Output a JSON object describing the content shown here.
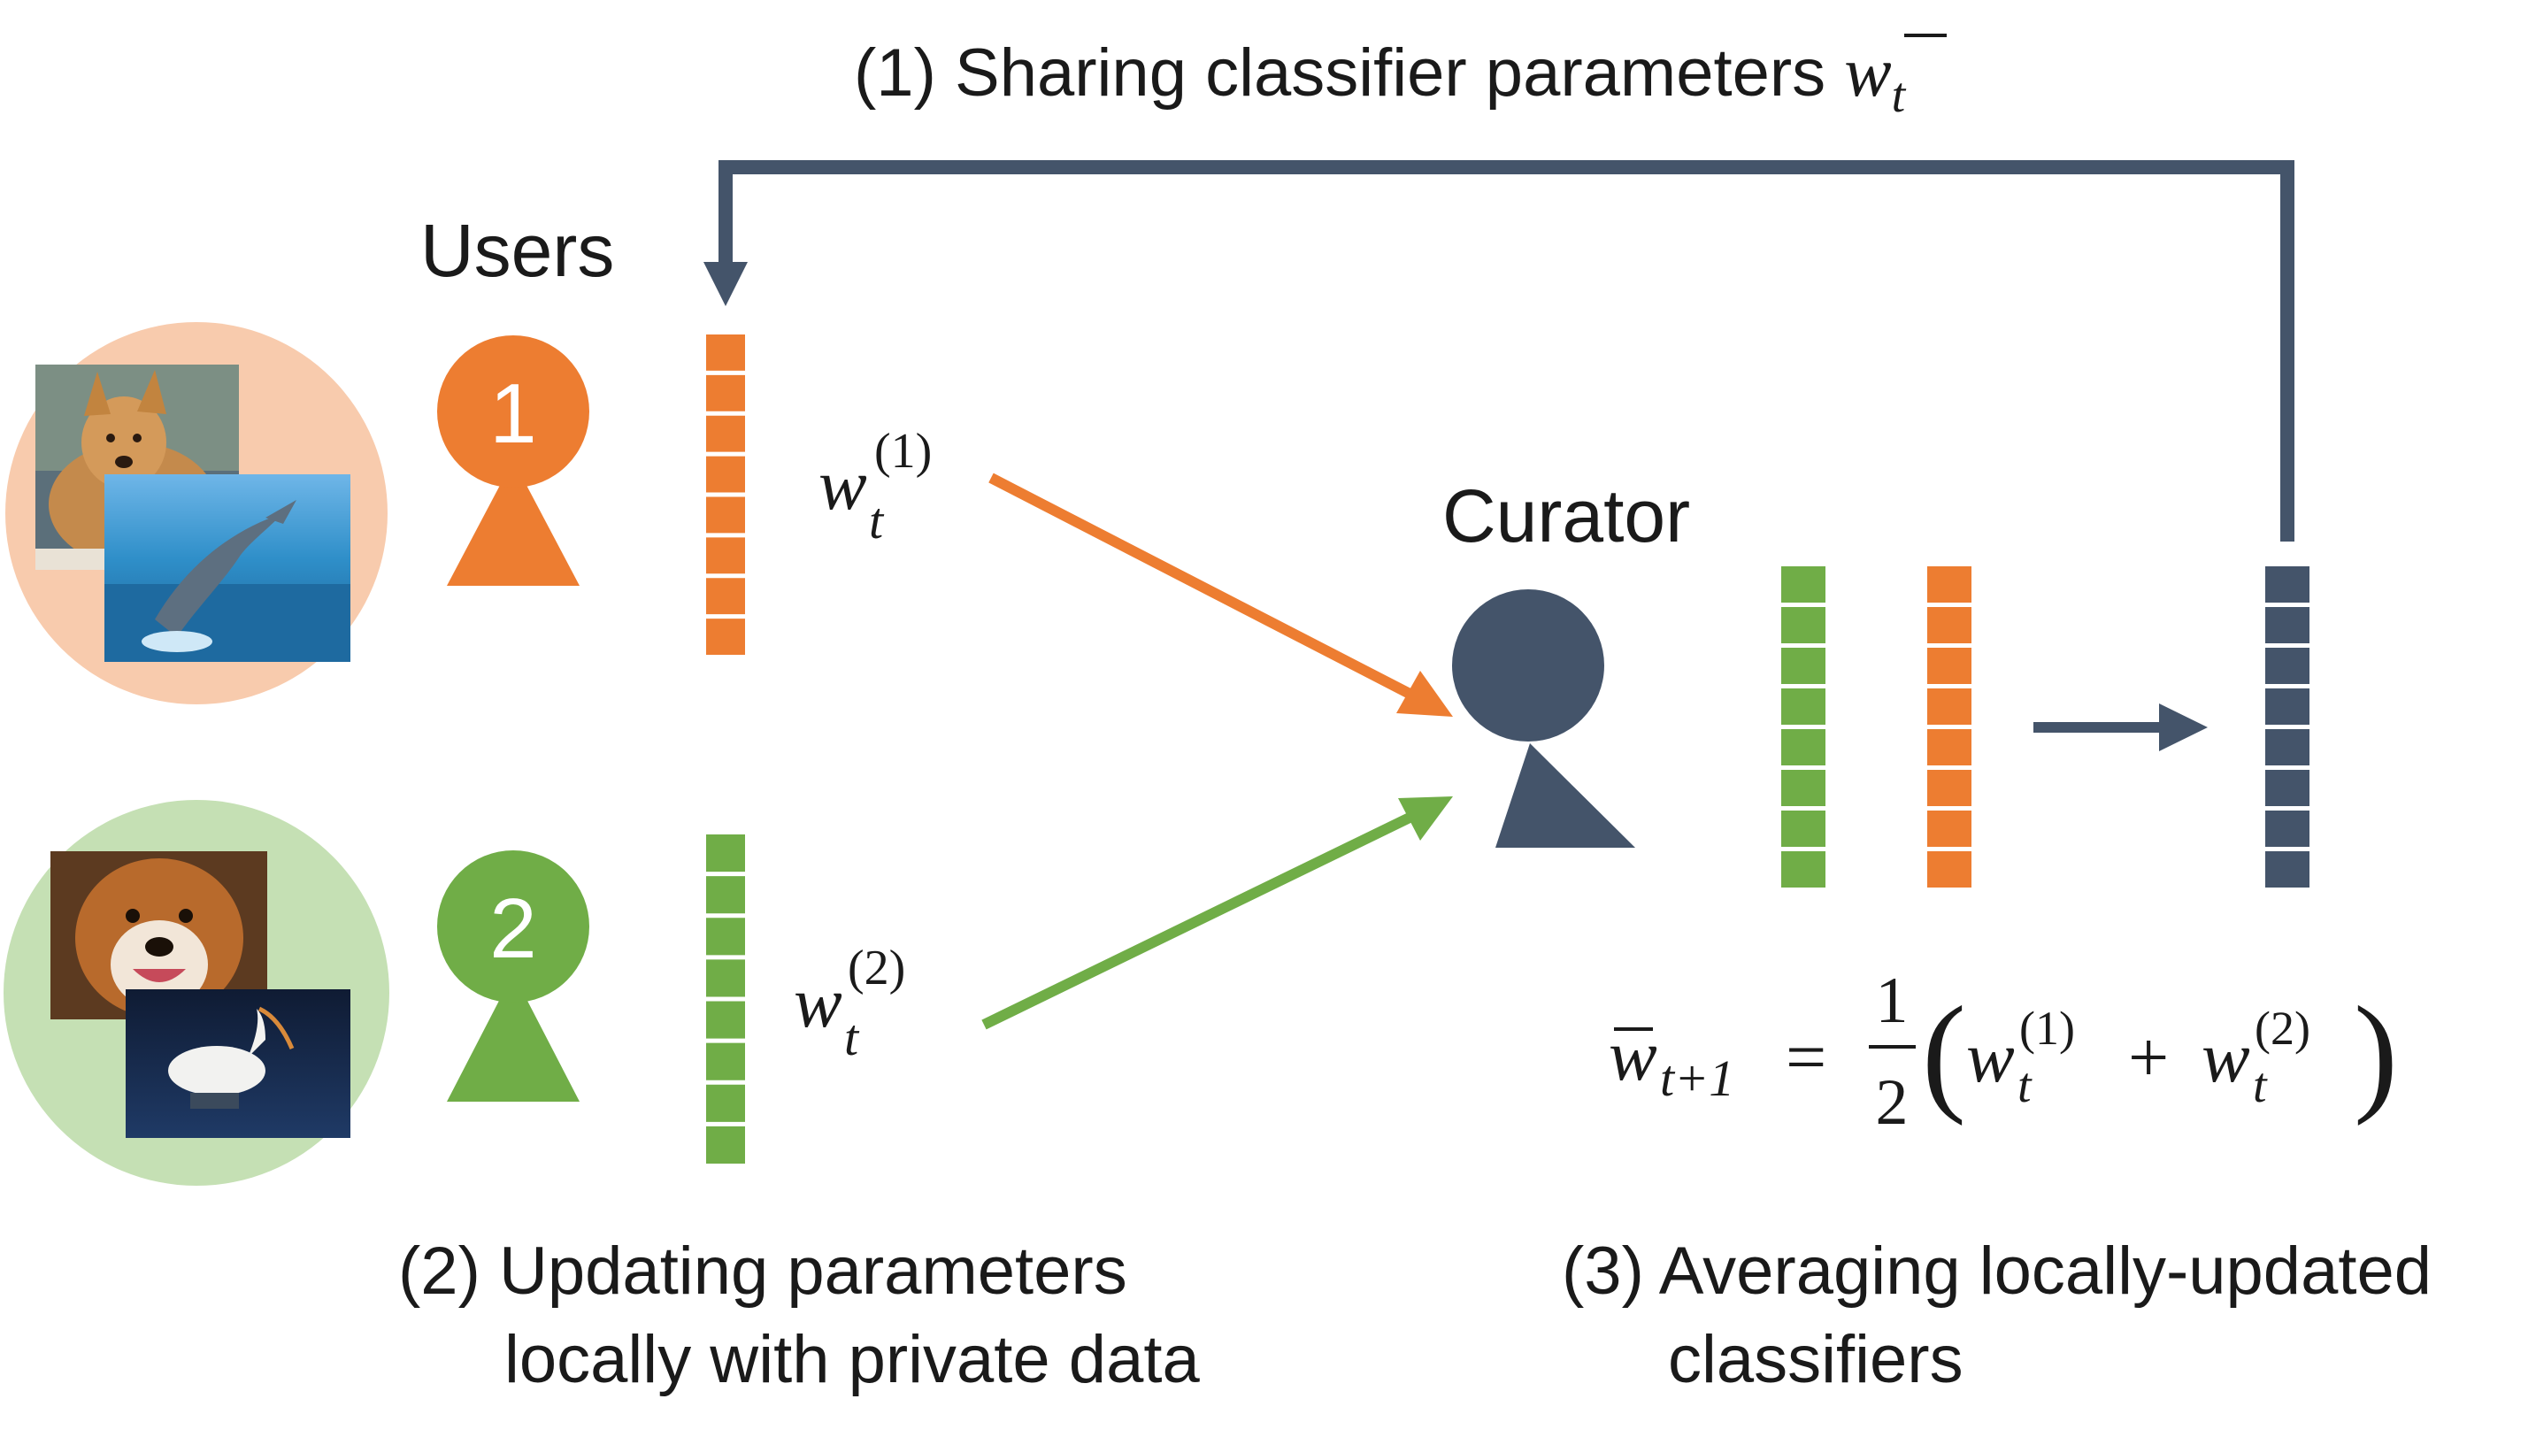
{
  "colors": {
    "orange": "#ED7D31",
    "green": "#70AD47",
    "navy": "#44546A",
    "orange_bg": "#F8CBAD",
    "green_bg": "#C5E0B4"
  },
  "step1": {
    "text": "(1) Sharing classifier parameters ",
    "symbol": "w",
    "subscript": "t"
  },
  "users": {
    "label": "Users",
    "user1_number": "1",
    "user2_number": "2"
  },
  "curator": {
    "label": "Curator"
  },
  "user1_weight": {
    "symbol": "w",
    "sub": "t",
    "sup": "(1)"
  },
  "user2_weight": {
    "symbol": "w",
    "sub": "t",
    "sup": "(2)"
  },
  "formula": {
    "lhs_symbol": "w",
    "lhs_sub": "t+1",
    "equals": "=",
    "frac_num": "1",
    "frac_den": "2",
    "open_paren": "(",
    "term1": "w",
    "term1_sub": "t",
    "term1_sup": "(1)",
    "plus": "+",
    "term2": "w",
    "term2_sub": "t",
    "term2_sup": "(2)",
    "close_paren": ")"
  },
  "step2": {
    "line1": "(2) Updating parameters",
    "line2": "locally with private data"
  },
  "step3": {
    "line1": "(3) Averaging locally-updated",
    "line2": "classifiers"
  },
  "images": {
    "user1": [
      "dog-photo",
      "dolphin-photo"
    ],
    "user2": [
      "dog-portrait-photo",
      "ibis-photo"
    ]
  }
}
